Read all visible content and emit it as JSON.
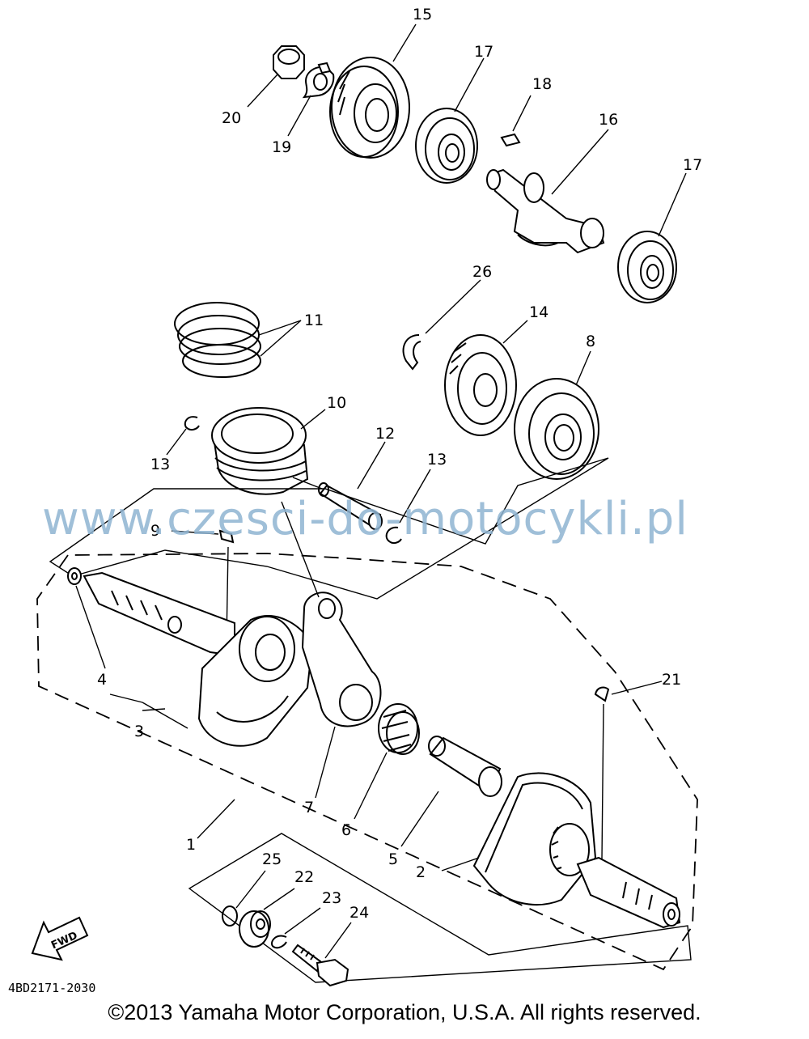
{
  "callouts": [
    {
      "id": "15",
      "text": "15"
    },
    {
      "id": "17a",
      "text": "17"
    },
    {
      "id": "18",
      "text": "18"
    },
    {
      "id": "16",
      "text": "16"
    },
    {
      "id": "17b",
      "text": "17"
    },
    {
      "id": "20",
      "text": "20"
    },
    {
      "id": "19",
      "text": "19"
    },
    {
      "id": "26",
      "text": "26"
    },
    {
      "id": "14",
      "text": "14"
    },
    {
      "id": "8",
      "text": "8"
    },
    {
      "id": "11",
      "text": "11"
    },
    {
      "id": "10",
      "text": "10"
    },
    {
      "id": "12",
      "text": "12"
    },
    {
      "id": "13a",
      "text": "13"
    },
    {
      "id": "13b",
      "text": "13"
    },
    {
      "id": "9",
      "text": "9"
    },
    {
      "id": "4",
      "text": "4"
    },
    {
      "id": "3",
      "text": "3"
    },
    {
      "id": "21",
      "text": "21"
    },
    {
      "id": "7",
      "text": "7"
    },
    {
      "id": "6",
      "text": "6"
    },
    {
      "id": "5",
      "text": "5"
    },
    {
      "id": "2",
      "text": "2"
    },
    {
      "id": "1",
      "text": "1"
    },
    {
      "id": "25",
      "text": "25"
    },
    {
      "id": "22",
      "text": "22"
    },
    {
      "id": "23",
      "text": "23"
    },
    {
      "id": "24",
      "text": "24"
    }
  ],
  "fwd_label": "FWD",
  "diagram_code": "4BD2171-2030",
  "watermark": "www.czesci-do-motocykli.pl",
  "copyright": "©2013 Yamaha Motor Corporation, U.S.A. All rights reserved."
}
